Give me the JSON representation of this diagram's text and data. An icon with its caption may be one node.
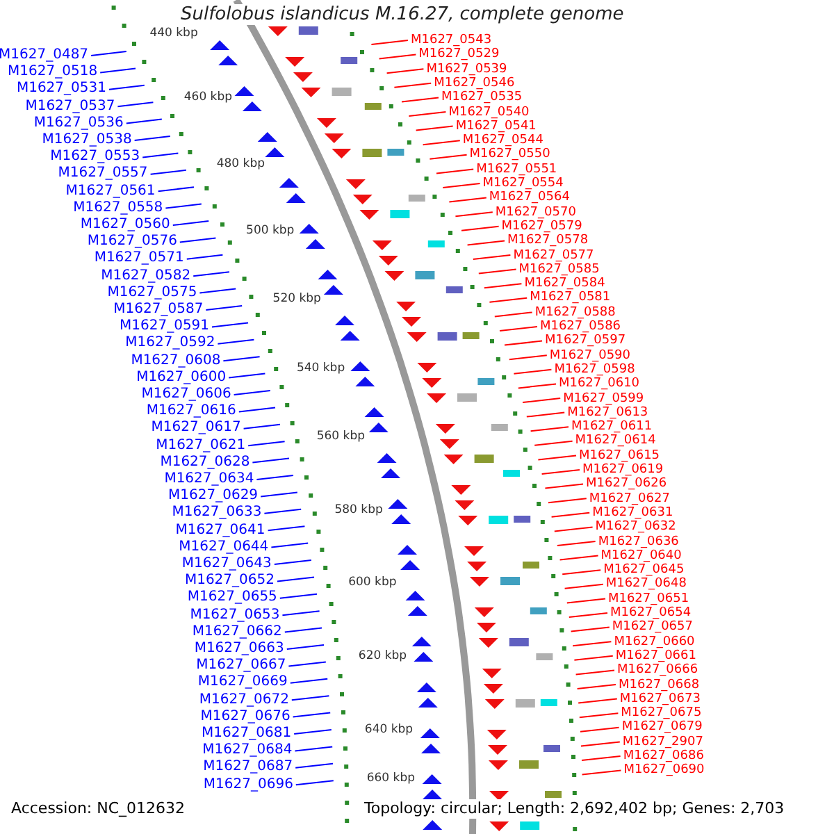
{
  "diagram": {
    "title": "Sulfolobus islandicus M.16.27, complete genome",
    "nodes": [
      {
        "text": [
          "M1627_0487"
        ]
      },
      {
        "text": [
          "M1627_0518"
        ]
      },
      {
        "text": [
          "M1627_0531"
        ]
      },
      {
        "text": [
          "M1627_0537"
        ]
      },
      {
        "text": [
          "M1627_0536"
        ]
      },
      {
        "text": [
          "M1627_0538"
        ]
      },
      {
        "text": [
          "M1627_0553"
        ]
      },
      {
        "text": [
          "M1627_0557"
        ]
      },
      {
        "text": [
          "M1627_0561"
        ]
      },
      {
        "text": [
          "M1627_0558"
        ]
      },
      {
        "text": [
          "M1627_0560"
        ]
      },
      {
        "text": [
          "M1627_0576"
        ]
      },
      {
        "text": [
          "M1627_0571"
        ]
      },
      {
        "text": [
          "M1627_0582"
        ]
      },
      {
        "text": [
          "M1627_0575"
        ]
      },
      {
        "text": [
          "M1627_0587"
        ]
      },
      {
        "text": [
          "M1627_0591"
        ]
      },
      {
        "text": [
          "M1627_0592"
        ]
      },
      {
        "text": [
          "M1627_0608"
        ]
      },
      {
        "text": [
          "M1627_0600"
        ]
      },
      {
        "text": [
          "M1627_0606"
        ]
      },
      {
        "text": [
          "M1627_0616"
        ]
      },
      {
        "text": [
          "M1627_0617"
        ]
      },
      {
        "text": [
          "M1627_0621"
        ]
      },
      {
        "text": [
          "M1627_0628"
        ]
      },
      {
        "text": [
          "M1627_0634"
        ]
      },
      {
        "text": [
          "M1627_0629"
        ]
      },
      {
        "text": [
          "M1627_0633"
        ]
      },
      {
        "text": [
          "M1627_0641"
        ]
      },
      {
        "text": [
          "M1627_0644"
        ]
      },
      {
        "text": [
          "M1627_0643"
        ]
      },
      {
        "text": [
          "M1627_0652"
        ]
      },
      {
        "text": [
          "M1627_0655"
        ]
      },
      {
        "text": [
          "M1627_0653"
        ]
      },
      {
        "text": [
          "M1627_0662"
        ]
      },
      {
        "text": [
          "M1627_0663"
        ]
      },
      {
        "text": [
          "M1627_0667"
        ]
      },
      {
        "text": [
          "M1627_0669"
        ]
      },
      {
        "text": [
          "M1627_0672"
        ]
      },
      {
        "text": [
          "M1627_0676"
        ]
      },
      {
        "text": [
          "M1627_0681"
        ]
      },
      {
        "text": [
          "M1627_0684"
        ]
      },
      {
        "text": [
          "M1627_0687"
        ]
      },
      {
        "text": [
          "M1627_0696"
        ]
      },
      {
        "text": [
          "M1627_0543"
        ]
      },
      {
        "text": [
          "M1627_0529"
        ]
      },
      {
        "text": [
          "M1627_0539"
        ]
      },
      {
        "text": [
          "M1627_0546"
        ]
      },
      {
        "text": [
          "M1627_0535"
        ]
      },
      {
        "text": [
          "M1627_0540"
        ]
      },
      {
        "text": [
          "M1627_0541"
        ]
      },
      {
        "text": [
          "M1627_0544"
        ]
      },
      {
        "text": [
          "M1627_0550"
        ]
      },
      {
        "text": [
          "M1627_0551"
        ]
      },
      {
        "text": [
          "M1627_0554"
        ]
      },
      {
        "text": [
          "M1627_0564"
        ]
      },
      {
        "text": [
          "M1627_0570"
        ]
      },
      {
        "text": [
          "M1627_0579"
        ]
      },
      {
        "text": [
          "M1627_0578"
        ]
      },
      {
        "text": [
          "M1627_0577"
        ]
      },
      {
        "text": [
          "M1627_0585"
        ]
      },
      {
        "text": [
          "M1627_0584"
        ]
      },
      {
        "text": [
          "M1627_0581"
        ]
      },
      {
        "text": [
          "M1627_0588"
        ]
      },
      {
        "text": [
          "M1627_0586"
        ]
      },
      {
        "text": [
          "M1627_0597"
        ]
      },
      {
        "text": [
          "M1627_0590"
        ]
      },
      {
        "text": [
          "M1627_0598"
        ]
      },
      {
        "text": [
          "M1627_0610"
        ]
      },
      {
        "text": [
          "M1627_0599"
        ]
      },
      {
        "text": [
          "M1627_0613"
        ]
      },
      {
        "text": [
          "M1627_0611"
        ]
      },
      {
        "text": [
          "M1627_0614"
        ]
      },
      {
        "text": [
          "M1627_0615"
        ]
      },
      {
        "text": [
          "M1627_0619"
        ]
      },
      {
        "text": [
          "M1627_0626"
        ]
      },
      {
        "text": [
          "M1627_0627"
        ]
      },
      {
        "text": [
          "M1627_0631"
        ]
      },
      {
        "text": [
          "M1627_0632"
        ]
      },
      {
        "text": [
          "M1627_0636"
        ]
      },
      {
        "text": [
          "M1627_0640"
        ]
      },
      {
        "text": [
          "M1627_0645"
        ]
      },
      {
        "text": [
          "M1627_0648"
        ]
      },
      {
        "text": [
          "M1627_0651"
        ]
      },
      {
        "text": [
          "M1627_0654"
        ]
      },
      {
        "text": [
          "M1627_0657"
        ]
      },
      {
        "text": [
          "M1627_0660"
        ]
      },
      {
        "text": [
          "M1627_0661"
        ]
      },
      {
        "text": [
          "M1627_0666"
        ]
      },
      {
        "text": [
          "M1627_0668"
        ]
      },
      {
        "text": [
          "M1627_0673"
        ]
      },
      {
        "text": [
          "M1627_0675"
        ]
      },
      {
        "text": [
          "M1627_0679"
        ]
      },
      {
        "text": [
          "M1627_2907"
        ]
      },
      {
        "text": [
          "M1627_0686"
        ]
      },
      {
        "text": [
          "M1627_0690"
        ]
      }
    ],
    "edges": [
      {
        "from": 0,
        "to": null,
        "arrow": "none",
        "color": "#0000ff"
      },
      {
        "from": 1,
        "to": null,
        "arrow": "none",
        "color": "#0000ff"
      },
      {
        "from": 2,
        "to": null,
        "arrow": "none",
        "color": "#0000ff"
      },
      {
        "from": 3,
        "to": null,
        "arrow": "none",
        "color": "#0000ff"
      },
      {
        "from": 4,
        "to": null,
        "arrow": "none",
        "color": "#0000ff"
      },
      {
        "from": 5,
        "to": null,
        "arrow": "none",
        "color": "#0000ff"
      },
      {
        "from": 6,
        "to": null,
        "arrow": "none",
        "color": "#0000ff"
      },
      {
        "from": 7,
        "to": null,
        "arrow": "none",
        "color": "#0000ff"
      },
      {
        "from": 8,
        "to": null,
        "arrow": "none",
        "color": "#0000ff"
      },
      {
        "from": 9,
        "to": null,
        "arrow": "none",
        "color": "#0000ff"
      },
      {
        "from": 10,
        "to": null,
        "arrow": "none",
        "color": "#0000ff"
      },
      {
        "from": 11,
        "to": null,
        "arrow": "none",
        "color": "#0000ff"
      },
      {
        "from": 12,
        "to": null,
        "arrow": "none",
        "color": "#0000ff"
      },
      {
        "from": 13,
        "to": null,
        "arrow": "none",
        "color": "#0000ff"
      },
      {
        "from": 14,
        "to": null,
        "arrow": "none",
        "color": "#0000ff"
      },
      {
        "from": 15,
        "to": null,
        "arrow": "none",
        "color": "#0000ff"
      },
      {
        "from": 16,
        "to": null,
        "arrow": "none",
        "color": "#0000ff"
      },
      {
        "from": 17,
        "to": null,
        "arrow": "none",
        "color": "#0000ff"
      },
      {
        "from": 18,
        "to": null,
        "arrow": "none",
        "color": "#0000ff"
      },
      {
        "from": 19,
        "to": null,
        "arrow": "none",
        "color": "#0000ff"
      },
      {
        "from": 20,
        "to": null,
        "arrow": "none",
        "color": "#0000ff"
      },
      {
        "from": 21,
        "to": null,
        "arrow": "none",
        "color": "#0000ff"
      },
      {
        "from": 22,
        "to": null,
        "arrow": "none",
        "color": "#0000ff"
      },
      {
        "from": 23,
        "to": null,
        "arrow": "none",
        "color": "#0000ff"
      },
      {
        "from": 24,
        "to": null,
        "arrow": "none",
        "color": "#0000ff"
      },
      {
        "from": 25,
        "to": null,
        "arrow": "none",
        "color": "#0000ff"
      },
      {
        "from": 26,
        "to": null,
        "arrow": "none",
        "color": "#0000ff"
      },
      {
        "from": 27,
        "to": null,
        "arrow": "none",
        "color": "#0000ff"
      },
      {
        "from": 28,
        "to": null,
        "arrow": "none",
        "color": "#0000ff"
      },
      {
        "from": 29,
        "to": null,
        "arrow": "none",
        "color": "#0000ff"
      },
      {
        "from": 30,
        "to": null,
        "arrow": "none",
        "color": "#0000ff"
      },
      {
        "from": 31,
        "to": null,
        "arrow": "none",
        "color": "#0000ff"
      },
      {
        "from": 32,
        "to": null,
        "arrow": "none",
        "color": "#0000ff"
      },
      {
        "from": 33,
        "to": null,
        "arrow": "none",
        "color": "#0000ff"
      },
      {
        "from": 34,
        "to": null,
        "arrow": "none",
        "color": "#0000ff"
      },
      {
        "from": 35,
        "to": null,
        "arrow": "none",
        "color": "#0000ff"
      },
      {
        "from": 36,
        "to": null,
        "arrow": "none",
        "color": "#0000ff"
      },
      {
        "from": 37,
        "to": null,
        "arrow": "none",
        "color": "#0000ff"
      },
      {
        "from": 38,
        "to": null,
        "arrow": "none",
        "color": "#0000ff"
      },
      {
        "from": 39,
        "to": null,
        "arrow": "none",
        "color": "#0000ff"
      },
      {
        "from": 40,
        "to": null,
        "arrow": "none",
        "color": "#0000ff"
      },
      {
        "from": 41,
        "to": null,
        "arrow": "none",
        "color": "#0000ff"
      },
      {
        "from": 42,
        "to": null,
        "arrow": "none",
        "color": "#0000ff"
      },
      {
        "from": 43,
        "to": null,
        "arrow": "none",
        "color": "#0000ff"
      },
      {
        "from": 44,
        "to": null,
        "arrow": "none"
      },
      {
        "from": 45,
        "to": null,
        "arrow": "none"
      },
      {
        "from": 46,
        "to": null,
        "arrow": "none"
      },
      {
        "from": 47,
        "to": null,
        "arrow": "none"
      },
      {
        "from": 48,
        "to": null,
        "arrow": "none"
      },
      {
        "from": 49,
        "to": null,
        "arrow": "none"
      },
      {
        "from": 50,
        "to": null,
        "arrow": "none"
      },
      {
        "from": 51,
        "to": null,
        "arrow": "none"
      },
      {
        "from": 52,
        "to": null,
        "arrow": "none"
      },
      {
        "from": 53,
        "to": null,
        "arrow": "none"
      },
      {
        "from": 54,
        "to": null,
        "arrow": "none"
      },
      {
        "from": 55,
        "to": null,
        "arrow": "none"
      },
      {
        "from": 56,
        "to": null,
        "arrow": "none"
      },
      {
        "from": 57,
        "to": null,
        "arrow": "none"
      },
      {
        "from": 58,
        "to": null,
        "arrow": "none"
      },
      {
        "from": 59,
        "to": null,
        "arrow": "none"
      },
      {
        "from": 60,
        "to": null,
        "arrow": "none"
      },
      {
        "from": 61,
        "to": null,
        "arrow": "none"
      },
      {
        "from": 62,
        "to": null,
        "arrow": "none"
      },
      {
        "from": 63,
        "to": null,
        "arrow": "none"
      },
      {
        "from": 64,
        "to": null,
        "arrow": "none"
      },
      {
        "from": 65,
        "to": null,
        "arrow": "none"
      },
      {
        "from": 66,
        "to": null,
        "arrow": "none"
      },
      {
        "from": 67,
        "to": null,
        "arrow": "none"
      },
      {
        "from": 68,
        "to": null,
        "arrow": "none"
      },
      {
        "from": 69,
        "to": null,
        "arrow": "none"
      },
      {
        "from": 70,
        "to": null,
        "arrow": "none"
      },
      {
        "from": 71,
        "to": null,
        "arrow": "none"
      },
      {
        "from": 72,
        "to": null,
        "arrow": "none"
      },
      {
        "from": 73,
        "to": null,
        "arrow": "none"
      },
      {
        "from": 74,
        "to": null,
        "arrow": "none"
      },
      {
        "from": 75,
        "to": null,
        "arrow": "none"
      },
      {
        "from": 76,
        "to": null,
        "arrow": "none"
      },
      {
        "from": 77,
        "to": null,
        "arrow": "none"
      },
      {
        "from": 78,
        "to": null,
        "arrow": "none"
      },
      {
        "from": 79,
        "to": null,
        "arrow": "none"
      },
      {
        "from": 80,
        "to": null,
        "arrow": "none"
      },
      {
        "from": 81,
        "to": null,
        "arrow": "none"
      },
      {
        "from": 82,
        "to": null,
        "arrow": "none"
      },
      {
        "from": 83,
        "to": null,
        "arrow": "none"
      },
      {
        "from": 84,
        "to": null,
        "arrow": "none"
      },
      {
        "from": 85,
        "to": null,
        "arrow": "none"
      },
      {
        "from": 86,
        "to": null,
        "arrow": "none"
      },
      {
        "from": 87,
        "to": null,
        "arrow": "none"
      },
      {
        "from": 88,
        "to": null,
        "arrow": "none"
      },
      {
        "from": 89,
        "to": null,
        "arrow": "none"
      },
      {
        "from": 90,
        "to": null,
        "arrow": "none"
      },
      {
        "from": 91,
        "to": null,
        "arrow": "none"
      },
      {
        "from": 92,
        "to": null,
        "arrow": "none"
      },
      {
        "from": 93,
        "to": null,
        "arrow": "none"
      },
      {
        "from": 94,
        "to": null,
        "arrow": "none"
      },
      {
        "from": 95,
        "to": null,
        "arrow": "none"
      }
    ],
    "labels": [
      "440 kbp",
      "460 kbp",
      "480 kbp",
      "500 kbp",
      "520 kbp",
      "540 kbp",
      "560 kbp",
      "580 kbp",
      "600 kbp",
      "620 kbp",
      "640 kbp",
      "660 kbp",
      "Accession: NC_012632",
      "Topology: circular; Length: 2,692,402 bp; Genes: 2,703"
    ]
  }
}
